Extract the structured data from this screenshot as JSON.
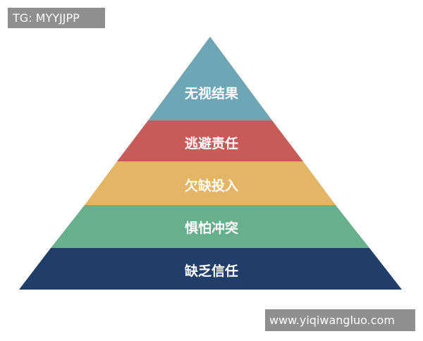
{
  "watermarks": {
    "top_left": "TG: MYYJJPP",
    "bottom_right": "www.yiqiwangluo.com"
  },
  "pyramid": {
    "layers": [
      {
        "label": "无视结果",
        "color": "#6fa6b5"
      },
      {
        "label": "逃避责任",
        "color": "#c85b57"
      },
      {
        "label": "欠缺投入",
        "color": "#e3b565"
      },
      {
        "label": "惧怕冲突",
        "color": "#67b08c"
      },
      {
        "label": "缺乏信任",
        "color": "#213d6a"
      }
    ]
  }
}
